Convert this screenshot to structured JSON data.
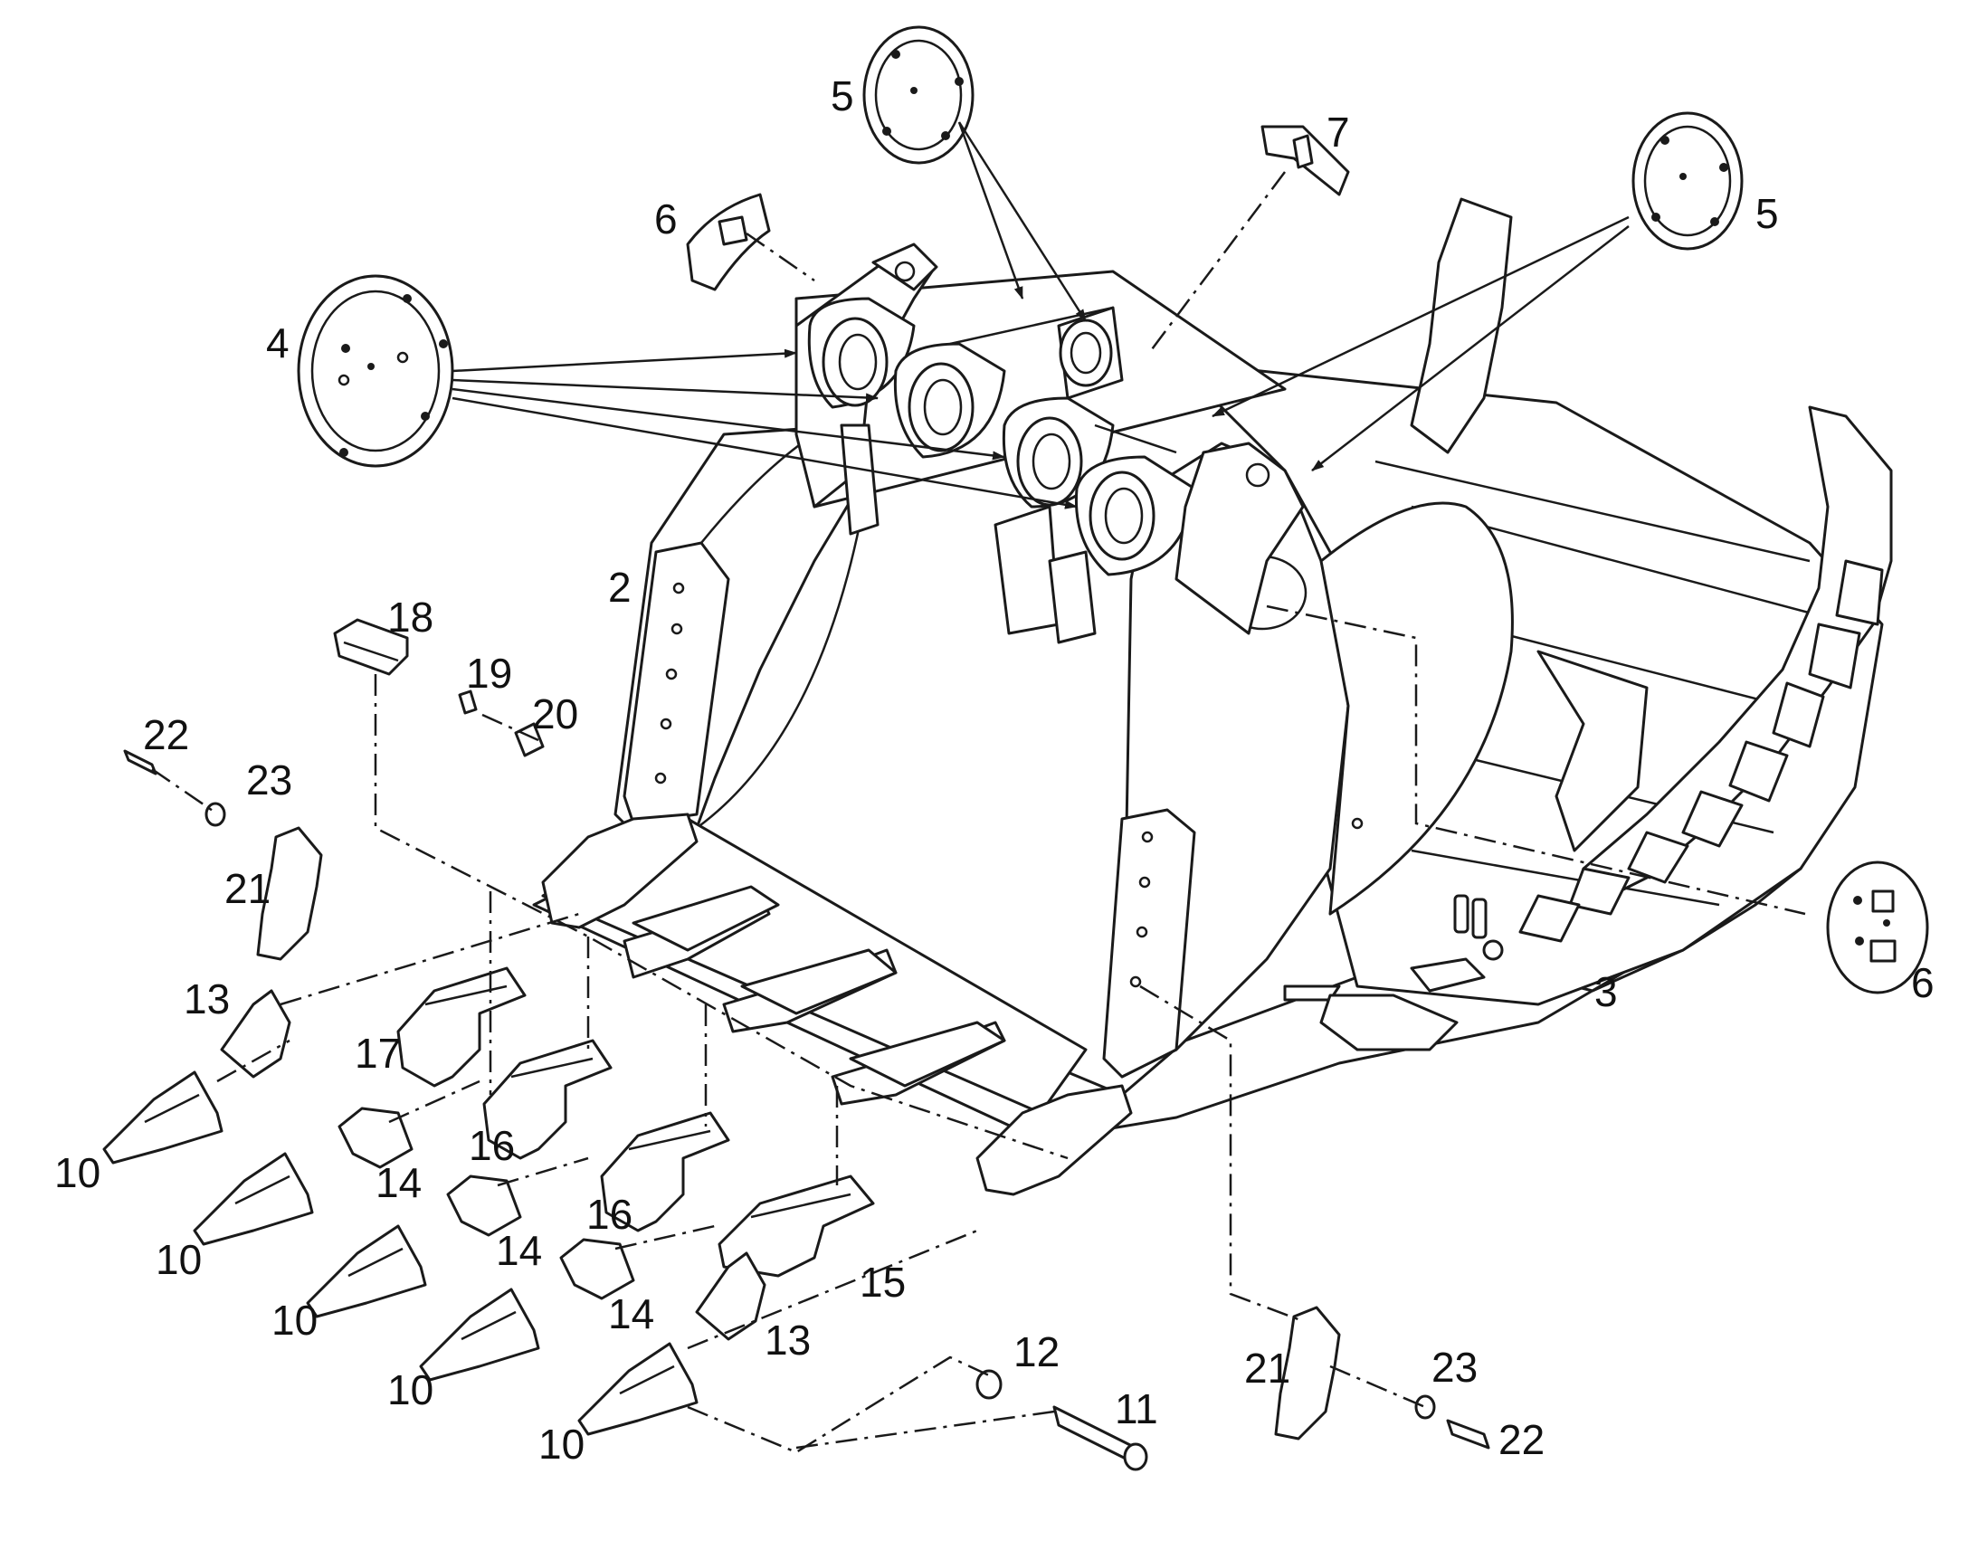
{
  "colors": {
    "line": "#1a1a1a",
    "background": "#ffffff"
  },
  "labels": {
    "l2": "2",
    "l3": "3",
    "l4": "4",
    "l5a": "5",
    "l5b": "5",
    "l6a": "6",
    "l6b": "6",
    "l7": "7",
    "l10a": "10",
    "l10b": "10",
    "l10c": "10",
    "l10d": "10",
    "l10e": "10",
    "l11": "11",
    "l12": "12",
    "l13a": "13",
    "l13b": "13",
    "l14a": "14",
    "l14b": "14",
    "l14c": "14",
    "l15": "15",
    "l16a": "16",
    "l16b": "16",
    "l17": "17",
    "l18": "18",
    "l19": "19",
    "l20": "20",
    "l21a": "21",
    "l21b": "21",
    "l22a": "22",
    "l22b": "22",
    "l23a": "23",
    "l23b": "23"
  }
}
